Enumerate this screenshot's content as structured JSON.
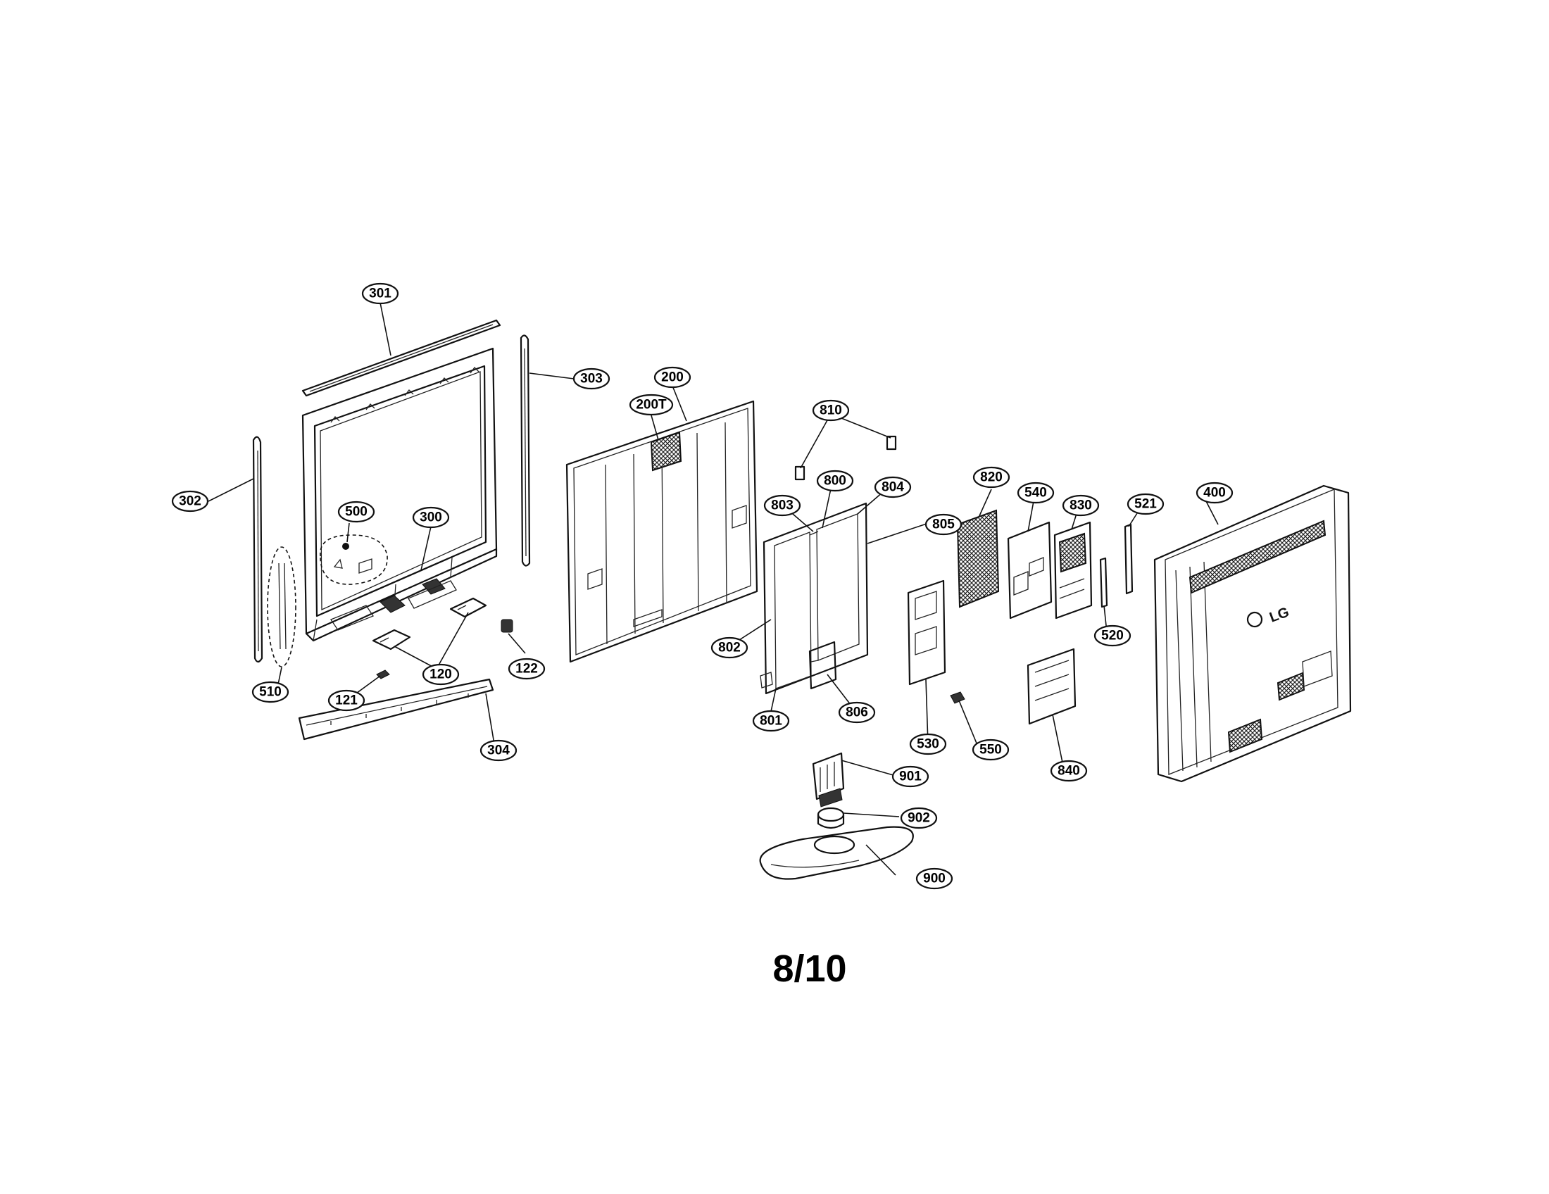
{
  "diagram": {
    "page_number": "8/10",
    "brand_logo_text": "LG",
    "callouts": [
      {
        "id": "301",
        "label": "301"
      },
      {
        "id": "303",
        "label": "303"
      },
      {
        "id": "200",
        "label": "200"
      },
      {
        "id": "200T",
        "label": "200T"
      },
      {
        "id": "302",
        "label": "302"
      },
      {
        "id": "500",
        "label": "500"
      },
      {
        "id": "300",
        "label": "300"
      },
      {
        "id": "510",
        "label": "510"
      },
      {
        "id": "120",
        "label": "120"
      },
      {
        "id": "122",
        "label": "122"
      },
      {
        "id": "121",
        "label": "121"
      },
      {
        "id": "304",
        "label": "304"
      },
      {
        "id": "810",
        "label": "810"
      },
      {
        "id": "800",
        "label": "800"
      },
      {
        "id": "804",
        "label": "804"
      },
      {
        "id": "803",
        "label": "803"
      },
      {
        "id": "805",
        "label": "805"
      },
      {
        "id": "802",
        "label": "802"
      },
      {
        "id": "801",
        "label": "801"
      },
      {
        "id": "806",
        "label": "806"
      },
      {
        "id": "820",
        "label": "820"
      },
      {
        "id": "540",
        "label": "540"
      },
      {
        "id": "830",
        "label": "830"
      },
      {
        "id": "521",
        "label": "521"
      },
      {
        "id": "400",
        "label": "400"
      },
      {
        "id": "530",
        "label": "530"
      },
      {
        "id": "550",
        "label": "550"
      },
      {
        "id": "520",
        "label": "520"
      },
      {
        "id": "840",
        "label": "840"
      },
      {
        "id": "901",
        "label": "901"
      },
      {
        "id": "902",
        "label": "902"
      },
      {
        "id": "900",
        "label": "900"
      }
    ]
  }
}
